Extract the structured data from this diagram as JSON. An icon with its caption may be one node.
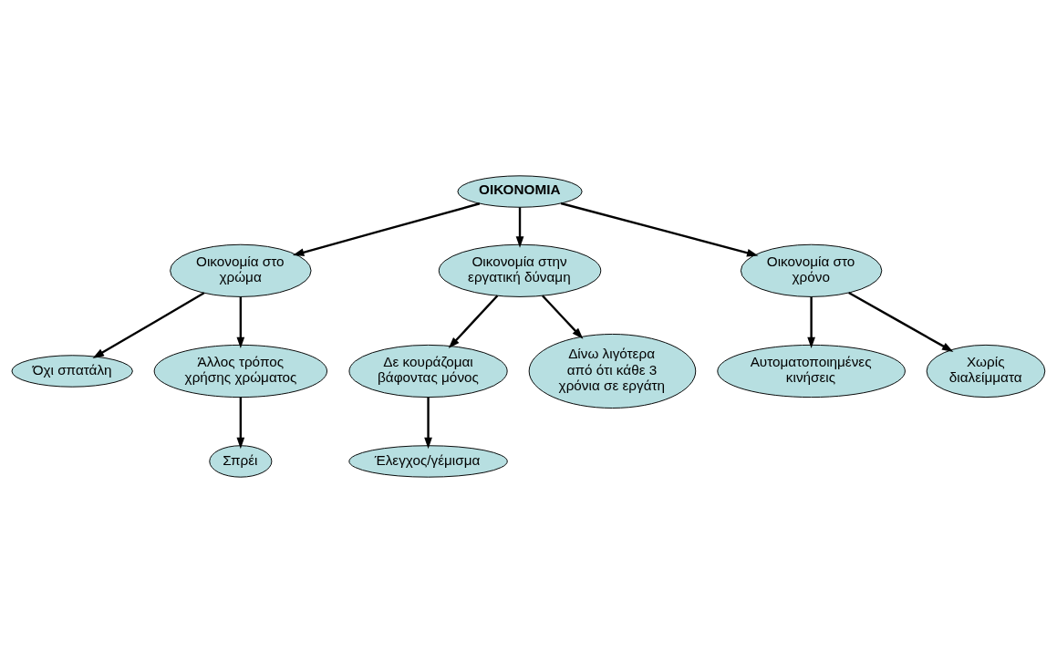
{
  "diagram": {
    "nodes": [
      {
        "text": [
          "ΟΙΚΟΝΟΜΙΑ"
        ]
      },
      {
        "text": [
          "Οικονομία στο χρώμα"
        ]
      },
      {
        "text": [
          "Οικονομία στην εργατική δύναμη"
        ]
      },
      {
        "text": [
          "Οικονομία στο χρόνο"
        ]
      },
      {
        "text": [
          "Όχι σπατάλη"
        ]
      },
      {
        "text": [
          "Άλλος τρόπος χρήσης χρώματος"
        ]
      },
      {
        "text": [
          "Σπρέι"
        ]
      },
      {
        "text": [
          "Δε κουράζομαι βάφοντας μόνος"
        ]
      },
      {
        "text": [
          "Δίνω λιγότερα από ότι κάθε 3 χρόνια σε εργάτη"
        ]
      },
      {
        "text": [
          "Έλεγχος/γέμισμα"
        ]
      },
      {
        "text": [
          "Αυτοματοποιημένες κινήσεις"
        ]
      },
      {
        "text": [
          "Χωρίς διαλείμματα"
        ]
      }
    ],
    "edges": [
      {
        "from": 0,
        "to": 1,
        "arrow": "to"
      },
      {
        "from": 0,
        "to": 2,
        "arrow": "to"
      },
      {
        "from": 0,
        "to": 3,
        "arrow": "to"
      },
      {
        "from": 1,
        "to": 5,
        "arrow": "to"
      },
      {
        "from": 1,
        "to": 4,
        "arrow": "to"
      },
      {
        "from": 5,
        "to": 6,
        "arrow": "to"
      },
      {
        "from": 2,
        "to": 7,
        "arrow": "to"
      },
      {
        "from": 2,
        "to": 8,
        "arrow": "to"
      },
      {
        "from": 7,
        "to": 9,
        "arrow": "to"
      },
      {
        "from": 3,
        "to": 11,
        "arrow": "to"
      },
      {
        "from": 3,
        "to": 10,
        "arrow": "to"
      }
    ]
  }
}
